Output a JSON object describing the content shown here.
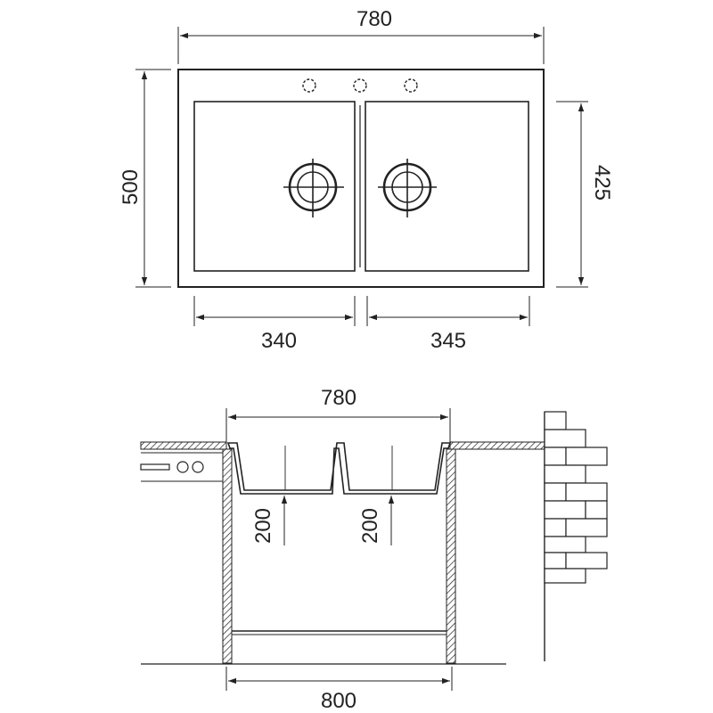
{
  "top_view": {
    "width_label": "780",
    "height_label": "500",
    "bowl_depth_label": "425",
    "left_bowl_label": "340",
    "right_bowl_label": "345"
  },
  "section_view": {
    "width_label": "780",
    "cabinet_label": "800",
    "left_depth_label": "200",
    "right_depth_label": "200"
  },
  "colors": {
    "line": "#222222",
    "background": "#ffffff"
  }
}
